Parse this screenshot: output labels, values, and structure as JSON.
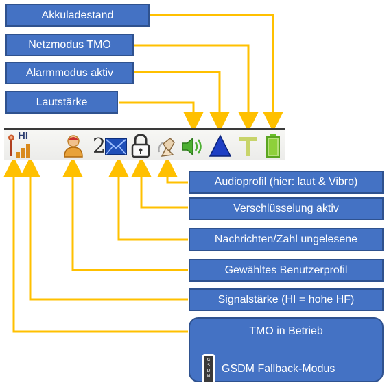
{
  "top_labels": {
    "battery": "Akkuladestand",
    "network_mode": "Netzmodus TMO",
    "alarm_mode": "Alarmmodus aktiv",
    "volume": "Lautstärke"
  },
  "bottom_labels": {
    "audio_profile": "Audioprofil (hier: laut & Vibro)",
    "encryption": "Verschlüsselung aktiv",
    "messages": "Nachrichten/Zahl ungelesene",
    "user_profile": "Gewähltes Benutzerprofil",
    "signal": "Signalstärke (HI = hohe HF)",
    "tmo_operation": "TMO in Betrieb",
    "gsdm_fallback": "GSDM Fallback-Modus"
  },
  "status_bar": {
    "signal_level_text": "HI",
    "unread_count": "2",
    "gsdm_badge_text": "GSDM"
  },
  "colors": {
    "box_fill": "#4472c4",
    "box_border": "#2f528f",
    "arrow": "#ffc000"
  },
  "icons": [
    "antenna-icon",
    "signal-bars-icon",
    "user-profile-icon",
    "envelope-icon",
    "padlock-icon",
    "audio-profile-icon",
    "speaker-icon",
    "alarm-triangle-icon",
    "tmo-t-icon",
    "battery-icon"
  ]
}
